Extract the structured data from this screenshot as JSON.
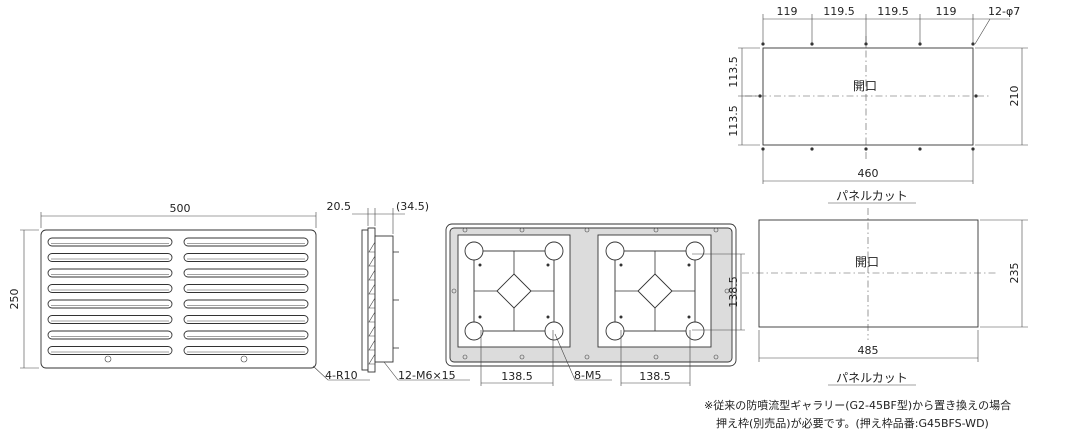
{
  "front_view": {
    "width_dim": "500",
    "height_dim": "250",
    "corner_radius_label": "4-R10"
  },
  "side_view": {
    "depth_dim": "20.5",
    "depth_ref_dim": "(34.5)",
    "screw_label": "12-M6×15"
  },
  "back_view": {
    "spacing_left": "138.5",
    "spacing_right": "138.5",
    "spacing_vertical": "138.5",
    "screw_label": "8-M5"
  },
  "panel_cutout_top": {
    "hole_spacing": [
      "119",
      "119.5",
      "119.5",
      "119"
    ],
    "hole_label": "12-φ7",
    "left_dims": [
      "113.5",
      "113.5"
    ],
    "height_dim": "210",
    "width_dim": "460",
    "opening_label": "開口",
    "caption": "パネルカット"
  },
  "panel_cutout_bottom": {
    "height_dim": "235",
    "width_dim": "485",
    "opening_label": "開口",
    "caption": "パネルカット"
  },
  "note": {
    "line1": "※従来の防噴流型ギャラリー(G2-45BF型)から置き換えの場合",
    "line2": "押え枠(別売品)が必要です。(押え枠品番:G45BFS-WD)"
  }
}
